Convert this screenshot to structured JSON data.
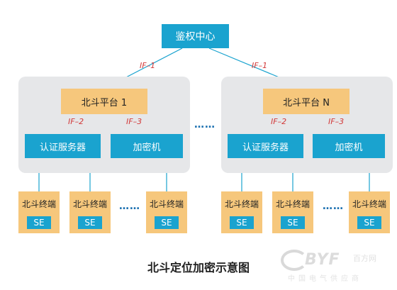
{
  "diagram": {
    "authority": {
      "label": "鉴权中心"
    },
    "interfaces": {
      "if1": "IF–1",
      "if2": "IF–2",
      "if3": "IF–3"
    },
    "ellipsis": "……",
    "groups": [
      {
        "platform": "北斗平台 1",
        "auth_server": "认证服务器",
        "encryptor": "加密机",
        "terminal_label": "北斗终端",
        "se_label": "SE"
      },
      {
        "platform": "北斗平台 N",
        "auth_server": "认证服务器",
        "encryptor": "加密机",
        "terminal_label": "北斗终端",
        "se_label": "SE"
      }
    ],
    "caption": "北斗定位加密示意图"
  },
  "watermark": {
    "brand": "BYF",
    "brand_cn": "百方网",
    "subtitle": "中国电气供应商"
  },
  "colors": {
    "blue": "#1aa3cf",
    "orange": "#f6c77c",
    "panel": "#e6e7e9",
    "interface_text": "#d23a3a",
    "dots": "#1a6fb0"
  }
}
